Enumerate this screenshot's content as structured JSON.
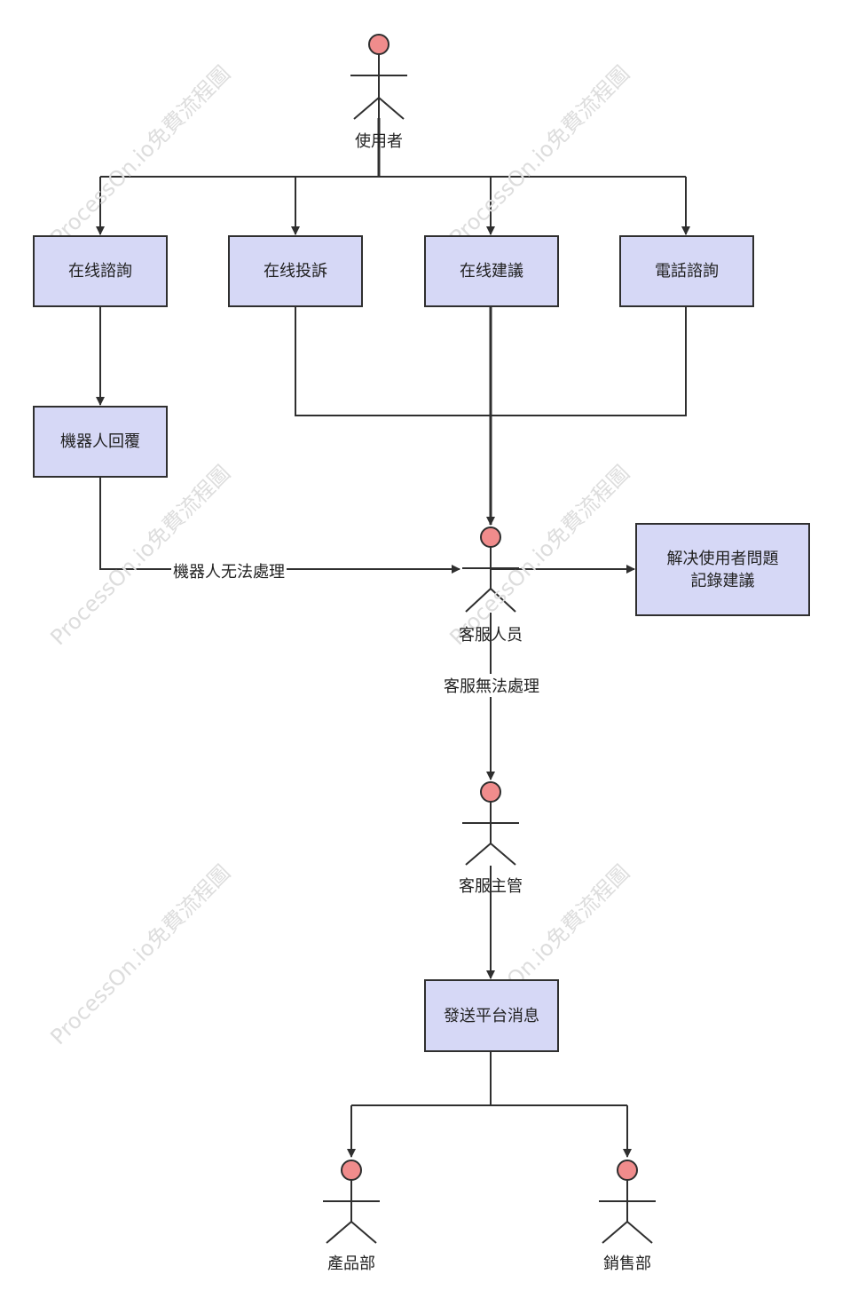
{
  "actors": {
    "user": "使用者",
    "agent": "客服人员",
    "supervisor": "客服主管",
    "product": "產品部",
    "sales": "銷售部"
  },
  "nodes": {
    "online_consult": "在线諮詢",
    "online_complaint": "在线投訴",
    "online_suggest": "在线建議",
    "phone_consult": "電話諮詢",
    "robot_reply": "機器人回覆",
    "solve_line1": "解决使用者問題",
    "solve_line2": "記錄建議",
    "send_msg": "發送平台消息"
  },
  "edges": {
    "robot_fail": "機器人无法處理",
    "agent_fail": "客服無法處理"
  },
  "watermark": "ProcessOn.io免費流程圖",
  "colors": {
    "box_fill": "#d6d8f6",
    "actor_head": "#f08c8c",
    "line": "#2f2f2f"
  }
}
